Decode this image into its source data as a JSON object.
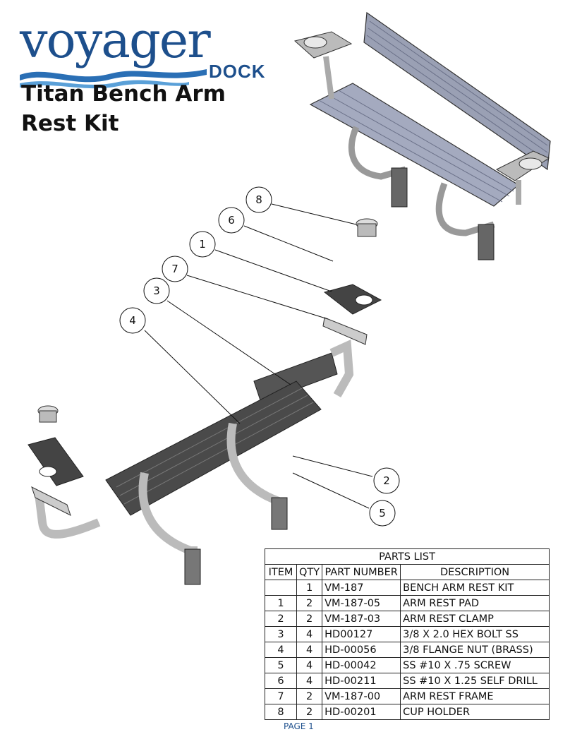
{
  "logo": {
    "brand": "voyager",
    "sub": "DOCK"
  },
  "title": "Titan Bench Arm Rest Kit",
  "callouts": [
    "8",
    "6",
    "1",
    "7",
    "3",
    "4",
    "2",
    "5"
  ],
  "parts_list": {
    "heading": "PARTS LIST",
    "columns": [
      "ITEM",
      "QTY",
      "PART NUMBER",
      "DESCRIPTION"
    ],
    "rows": [
      {
        "item": "",
        "qty": "1",
        "part": "VM-187",
        "desc": "BENCH ARM REST KIT"
      },
      {
        "item": "1",
        "qty": "2",
        "part": "VM-187-05",
        "desc": "ARM REST PAD"
      },
      {
        "item": "2",
        "qty": "2",
        "part": "VM-187-03",
        "desc": "ARM REST CLAMP"
      },
      {
        "item": "3",
        "qty": "4",
        "part": "HD00127",
        "desc": "3/8 X 2.0 HEX BOLT SS"
      },
      {
        "item": "4",
        "qty": "4",
        "part": "HD-00056",
        "desc": "3/8 FLANGE NUT (BRASS)"
      },
      {
        "item": "5",
        "qty": "4",
        "part": "HD-00042",
        "desc": "SS #10 X .75 SCREW"
      },
      {
        "item": "6",
        "qty": "4",
        "part": "HD-00211",
        "desc": "SS #10 X 1.25 SELF DRILL"
      },
      {
        "item": "7",
        "qty": "2",
        "part": "VM-187-00",
        "desc": "ARM REST FRAME"
      },
      {
        "item": "8",
        "qty": "2",
        "part": "HD-00201",
        "desc": "CUP HOLDER"
      }
    ]
  },
  "footer": {
    "page": "PAGE 1"
  },
  "colors": {
    "brand_blue": "#1d4f8c",
    "bench_gray": "#9aa0b4",
    "frame_gray": "#c8c8c8"
  }
}
